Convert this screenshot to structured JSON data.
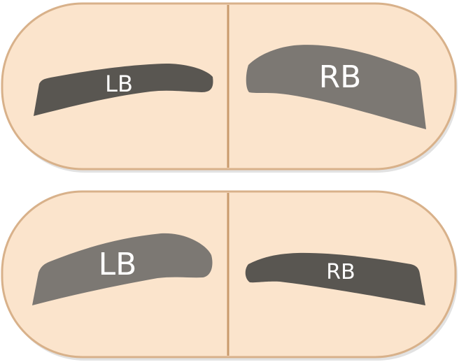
{
  "panels": [
    {
      "left_brow": {
        "label": "LB",
        "color": "#595651"
      },
      "right_brow": {
        "label": "RB",
        "color": "#7c7873"
      }
    },
    {
      "left_brow": {
        "label": "LB",
        "color": "#7c7873"
      },
      "right_brow": {
        "label": "RB",
        "color": "#595651"
      }
    }
  ],
  "colors": {
    "panel_fill": "#fbe4cc",
    "panel_stroke": "#d8b18a",
    "panel_shadow": "#e2e2e2",
    "divider": "#c99a6c"
  }
}
